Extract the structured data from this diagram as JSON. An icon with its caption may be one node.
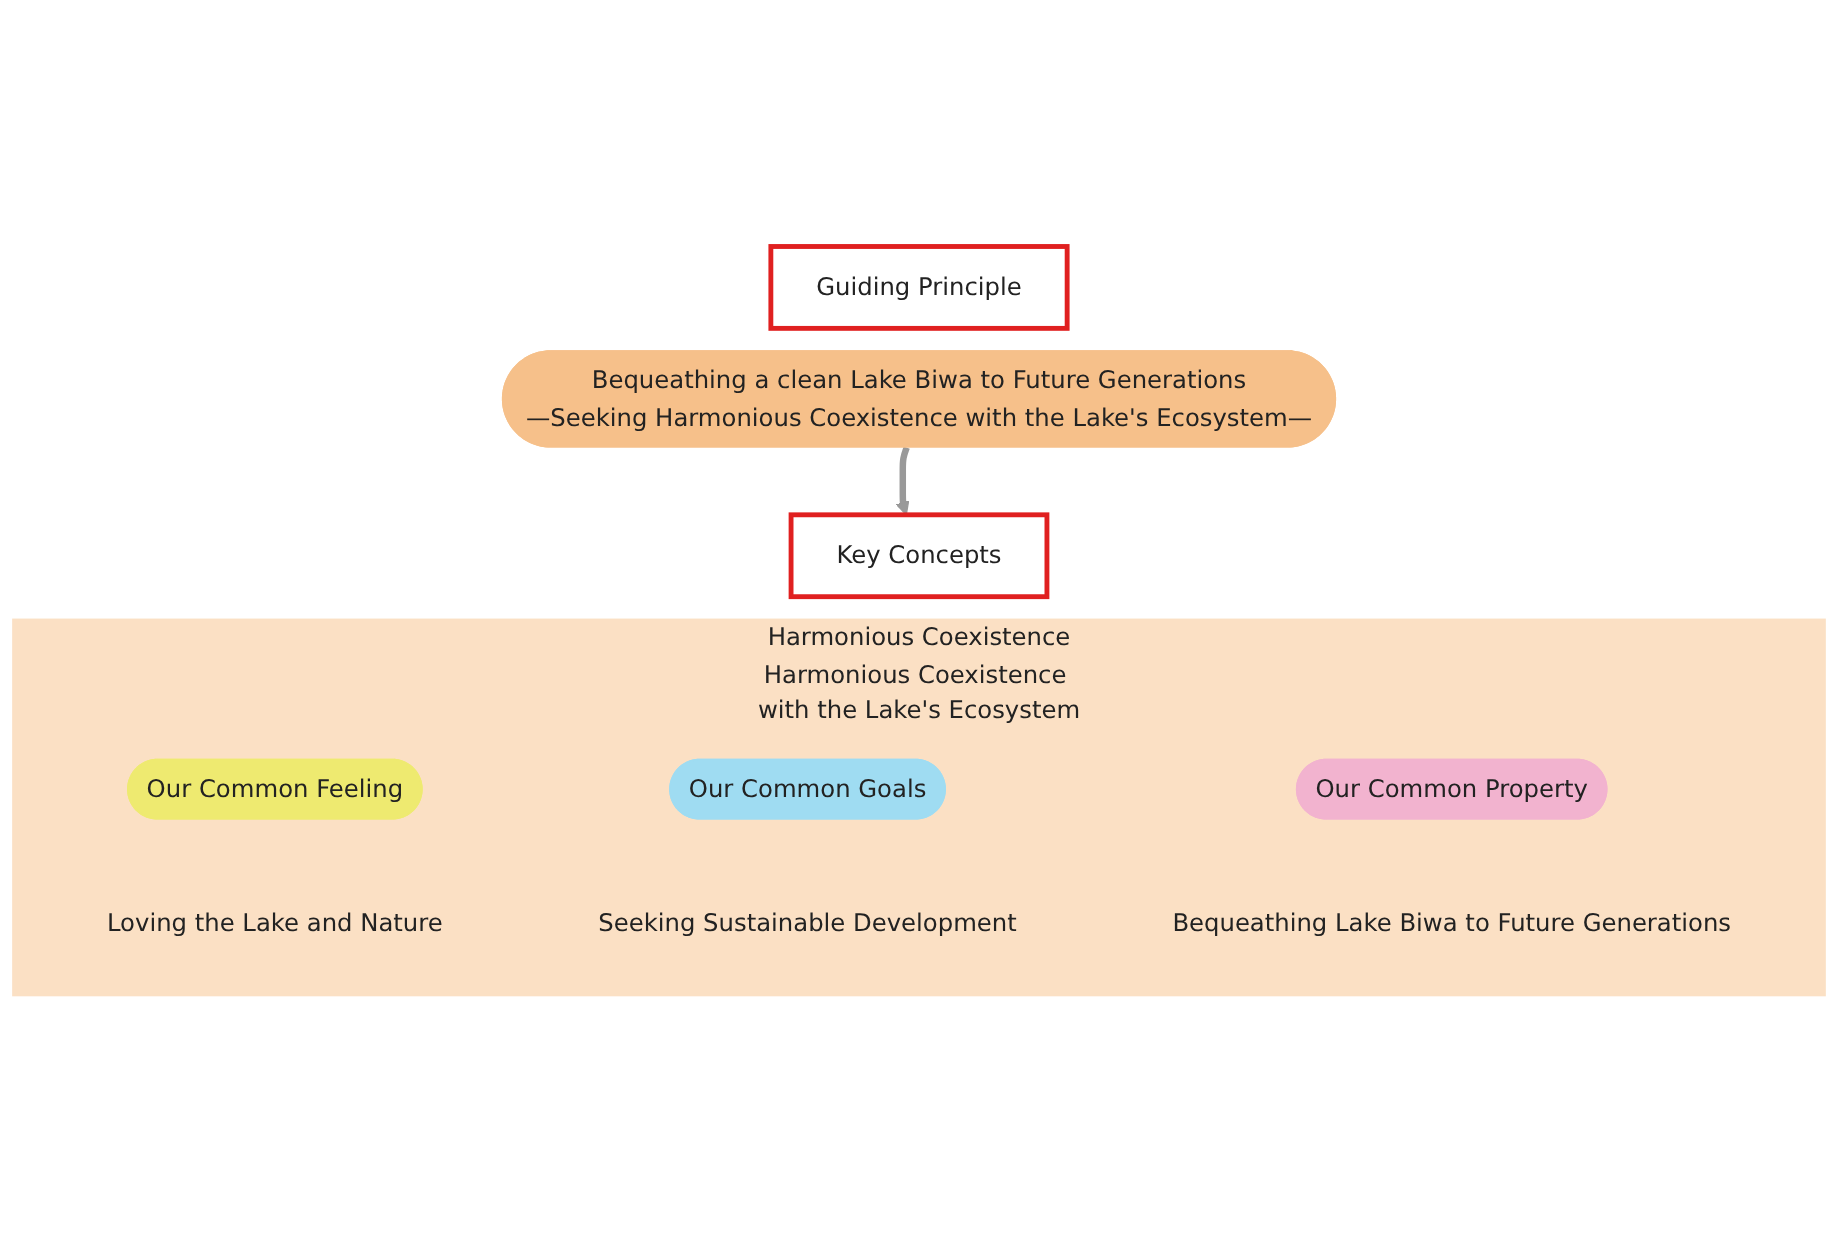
{
  "diagram": {
    "nodes": [
      {
        "text": [
          "Guiding Principle"
        ]
      },
      {
        "text": [
          "Bequeathing a clean Lake Biwa to Future Generations",
          "—Seeking Harmonious Coexistence with the Lake's Ecosystem—"
        ]
      },
      {
        "text": [
          "Key Concepts"
        ]
      },
      {
        "text": [
          "Harmonious Coexistence",
          "Harmonious Coexistence with the Lake's Ecosystem"
        ]
      },
      {
        "text": [
          "Our Common Feeling"
        ],
        "in": 3,
        "beside": [
          "Loving the Lake and Nature"
        ]
      },
      {
        "text": [
          "Our Common Goals"
        ],
        "in": 3,
        "beside": [
          "Seeking Sustainable Development"
        ]
      },
      {
        "text": [
          "Our Common Property"
        ],
        "in": 3,
        "beside": [
          "Bequeathing Lake Biwa to Future Generations"
        ]
      }
    ],
    "edges": [
      {
        "from": 1,
        "to": 2,
        "arrow": "to"
      }
    ]
  }
}
